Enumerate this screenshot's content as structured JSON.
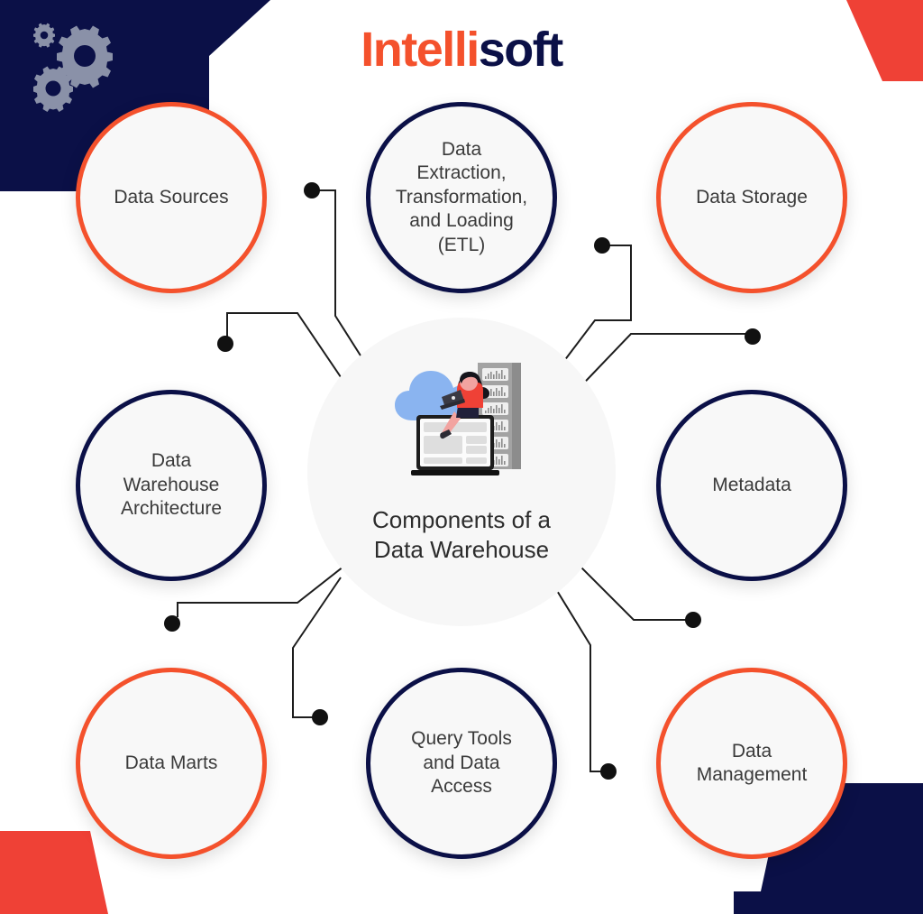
{
  "brand": {
    "logo_part1": "Intelli",
    "logo_part2": "soft",
    "accent_orange": "#f4512c",
    "accent_navy": "#0b1047",
    "accent_red": "#ef4136",
    "node_fill": "#f8f8f8",
    "text_color": "#3a3a3a"
  },
  "center": {
    "title": "Components of a\nData Warehouse",
    "illustration": {
      "cloud_color": "#8ab4f0",
      "server_color": "#8c8c8c",
      "person_top_color": "#ef4136",
      "laptop_color": "#1d1d1d"
    }
  },
  "nodes": [
    {
      "id": "data-sources",
      "label": "Data Sources",
      "accent": "orange"
    },
    {
      "id": "etl",
      "label": "Data\nExtraction,\nTransformation,\nand Loading\n(ETL)",
      "accent": "navy"
    },
    {
      "id": "data-storage",
      "label": "Data Storage",
      "accent": "orange"
    },
    {
      "id": "dw-architecture",
      "label": "Data\nWarehouse\nArchitecture",
      "accent": "navy"
    },
    {
      "id": "metadata",
      "label": "Metadata",
      "accent": "navy"
    },
    {
      "id": "data-marts",
      "label": "Data Marts",
      "accent": "orange"
    },
    {
      "id": "query-tools",
      "label": "Query Tools\nand Data\nAccess",
      "accent": "navy"
    },
    {
      "id": "data-management",
      "label": "Data\nManagement",
      "accent": "orange"
    }
  ],
  "decorations": {
    "gear_color": "#8a91a8",
    "gear_count": 3
  }
}
